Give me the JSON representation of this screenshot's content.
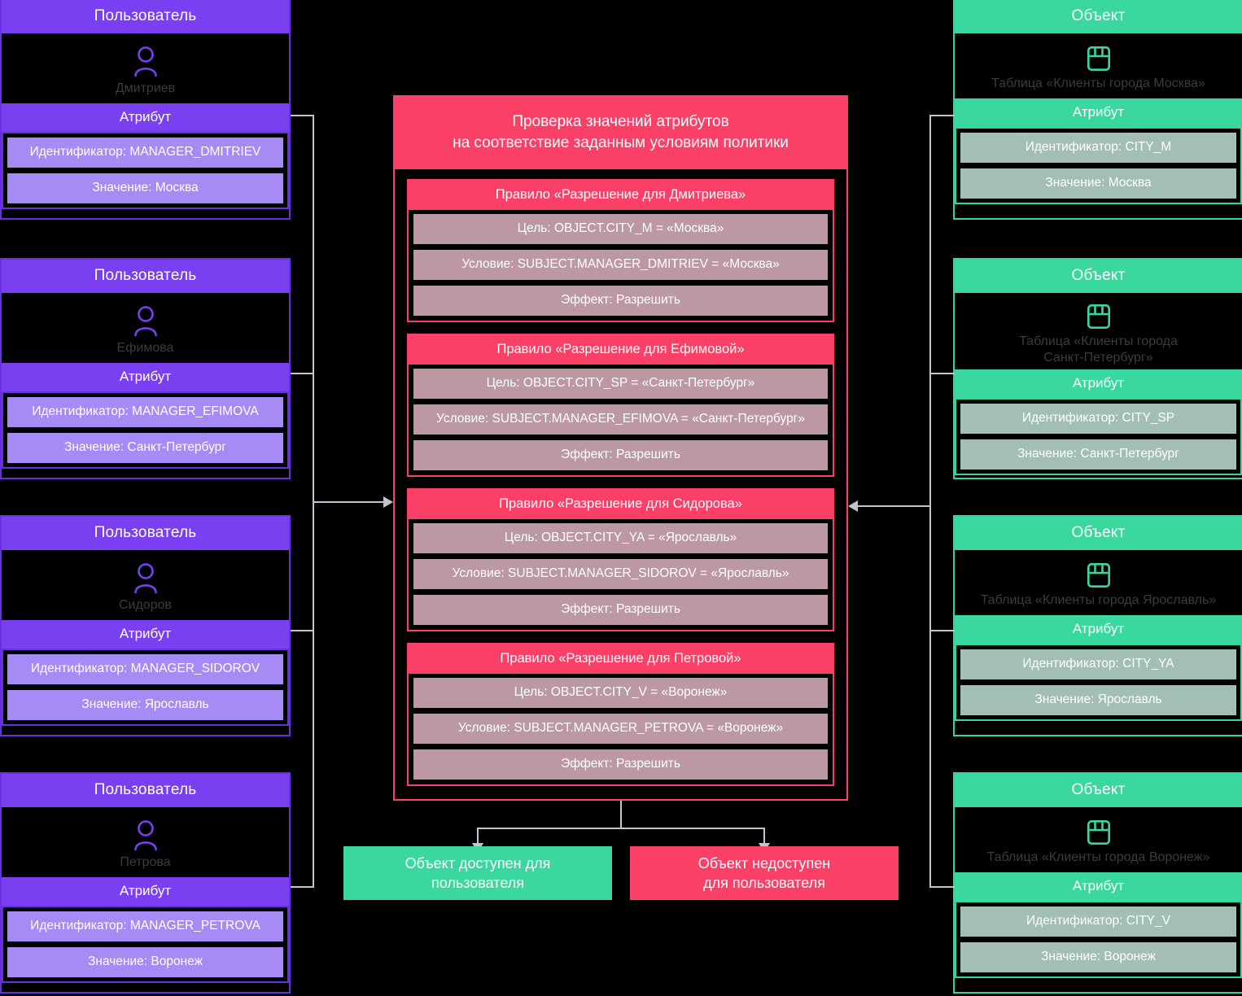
{
  "colors": {
    "background": "#000000",
    "user_accent": "#7b3ff2",
    "user_attr": "#a78bf5",
    "object_accent": "#3ad79f",
    "object_attr": "#a3beb5",
    "policy_accent": "#fb4068",
    "rule_row": "#bc98a2",
    "connector": "#c4c4cc",
    "entity_name_text": "#3c3c3c"
  },
  "labels": {
    "user_card_title": "Пользователь",
    "object_card_title": "Объект",
    "attribute_title": "Атрибут",
    "user_icon": "person-icon",
    "object_icon": "table-icon"
  },
  "users": [
    {
      "title": "Пользователь",
      "name": "Дмитриев",
      "attribute_title": "Атрибут",
      "identifier": "Идентификатор: MANAGER_DMITRIEV",
      "value": "Значение: Москва"
    },
    {
      "title": "Пользователь",
      "name": "Ефимова",
      "attribute_title": "Атрибут",
      "identifier": "Идентификатор: MANAGER_EFIMOVA",
      "value": "Значение: Санкт-Петербург"
    },
    {
      "title": "Пользователь",
      "name": "Сидоров",
      "attribute_title": "Атрибут",
      "identifier": "Идентификатор: MANAGER_SIDOROV",
      "value": "Значение: Ярославль"
    },
    {
      "title": "Пользователь",
      "name": "Петрова",
      "attribute_title": "Атрибут",
      "identifier": "Идентификатор: MANAGER_PETROVA",
      "value": "Значение: Воронеж"
    }
  ],
  "objects": [
    {
      "title": "Объект",
      "name": "Таблица «Клиенты города Москва»",
      "attribute_title": "Атрибут",
      "identifier": "Идентификатор: CITY_M",
      "value": "Значение: Москва"
    },
    {
      "title": "Объект",
      "name": "Таблица «Клиенты города Санкт-Петербург»",
      "attribute_title": "Атрибут",
      "identifier": "Идентификатор: CITY_SP",
      "value": "Значение: Санкт-Петербург"
    },
    {
      "title": "Объект",
      "name": "Таблица «Клиенты города Ярославль»",
      "attribute_title": "Атрибут",
      "identifier": "Идентификатор: CITY_YA",
      "value": "Значение: Ярославль"
    },
    {
      "title": "Объект",
      "name": "Таблица «Клиенты города Воронеж»",
      "attribute_title": "Атрибут",
      "identifier": "Идентификатор: CITY_V",
      "value": "Значение: Воронеж"
    }
  ],
  "policy": {
    "title": "Проверка значений атрибутов\nна соответствие заданным условиям политики",
    "title_line1": "Проверка значений атрибутов",
    "title_line2": "на соответствие заданным условиям политики",
    "rules": [
      {
        "name": "Правило «Разрешение для Дмитриева»",
        "target": "Цель: OBJECT.CITY_M = «Москва»",
        "condition": "Условие: SUBJECT.MANAGER_DMITRIEV = «Москва»",
        "effect": "Эффект: Разрешить"
      },
      {
        "name": "Правило «Разрешение для Ефимовой»",
        "target": "Цель: OBJECT.CITY_SP = «Санкт-Петербург»",
        "condition": "Условие: SUBJECT.MANAGER_EFIMOVA = «Санкт-Петербург»",
        "effect": "Эффект: Разрешить"
      },
      {
        "name": "Правило «Разрешение для Сидорова»",
        "target": "Цель: OBJECT.CITY_YA = «Ярославль»",
        "condition": "Условие: SUBJECT.MANAGER_SIDOROV = «Ярославль»",
        "effect": "Эффект: Разрешить"
      },
      {
        "name": "Правило «Разрешение для Петровой»",
        "target": "Цель: OBJECT.CITY_V = «Воронеж»",
        "condition": "Условие: SUBJECT.MANAGER_PETROVA = «Воронеж»",
        "effect": "Эффект: Разрешить"
      }
    ]
  },
  "results": {
    "allow_line1": "Объект доступен для",
    "allow_line2": "пользователя",
    "deny_line1": "Объект недоступен",
    "deny_line2": "для пользователя"
  }
}
